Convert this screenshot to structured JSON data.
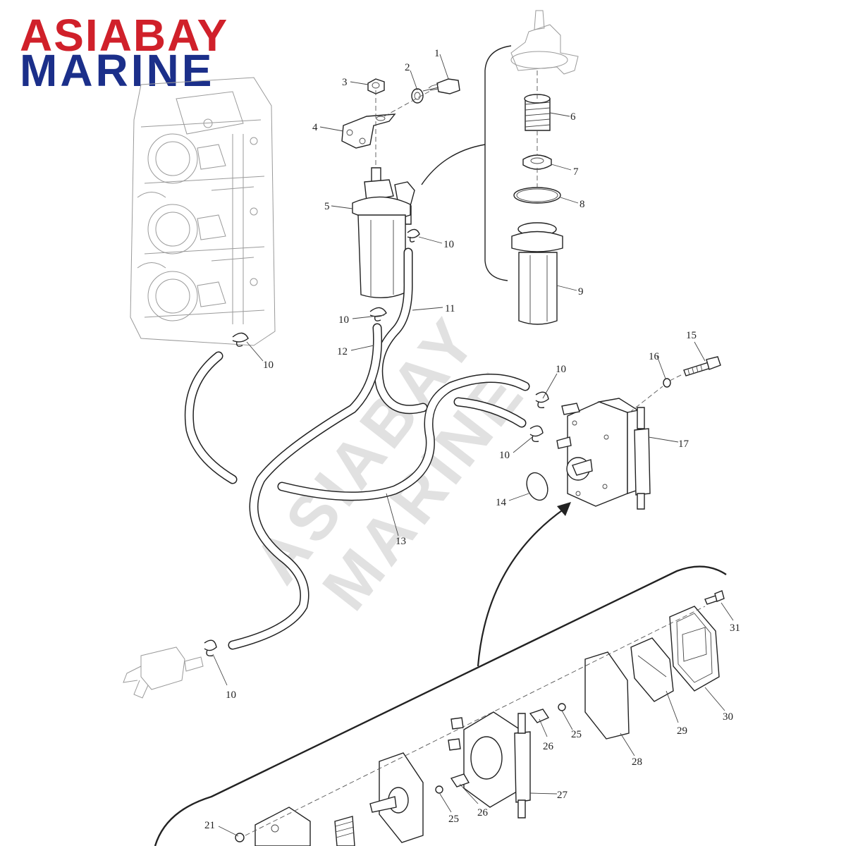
{
  "logo": {
    "line1": "ASIABAY",
    "line2": "MARINE"
  },
  "watermark": {
    "line1": "ASIABAY",
    "line2": "MARINE"
  },
  "callouts": {
    "c1": "1",
    "c2": "2",
    "c3": "3",
    "c4": "4",
    "c5": "5",
    "c6": "6",
    "c7": "7",
    "c8": "8",
    "c9": "9",
    "c10a": "10",
    "c10b": "10",
    "c10c": "10",
    "c10d": "10",
    "c10e": "10",
    "c10f": "10",
    "c11": "11",
    "c12": "12",
    "c13": "13",
    "c14": "14",
    "c15": "15",
    "c16": "16",
    "c17": "17",
    "c21": "21",
    "c25a": "25",
    "c25b": "25",
    "c26a": "26",
    "c26b": "26",
    "c27": "27",
    "c28": "28",
    "c29": "29",
    "c30": "30",
    "c31": "31"
  },
  "colors": {
    "logo_red": "#d0202a",
    "logo_blue": "#1b2f8a",
    "line_art": "#222222",
    "ghost_line": "#9a9a9a",
    "watermark": "#bdbdbd"
  }
}
